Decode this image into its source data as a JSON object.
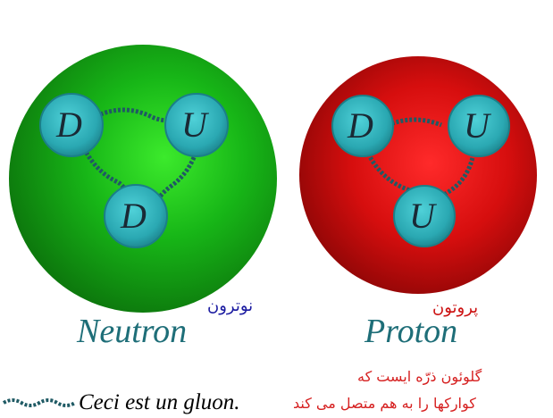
{
  "colors": {
    "neutron_ball": "#12a012",
    "proton_ball": "#d41010",
    "quark": "#2aa8b2",
    "gluon": "#1f5a64",
    "latin_label": "#1e6e78",
    "fa_neutron": "#1a1aa0",
    "fa_proton": "#cc1111",
    "fa_note": "#d62020"
  },
  "neutron": {
    "quarks": [
      "D",
      "U",
      "D"
    ],
    "latin_label": "Neutron",
    "fa_label": "نوترون"
  },
  "proton": {
    "quarks": [
      "D",
      "U",
      "U"
    ],
    "latin_label": "Proton",
    "fa_label": "پروتون"
  },
  "gluon_caption": "Ceci est un gluon.",
  "gluon_note_fa": [
    "گلوئون ذرّه ایست که",
    "کوارکها را به هم متصل می کند"
  ]
}
